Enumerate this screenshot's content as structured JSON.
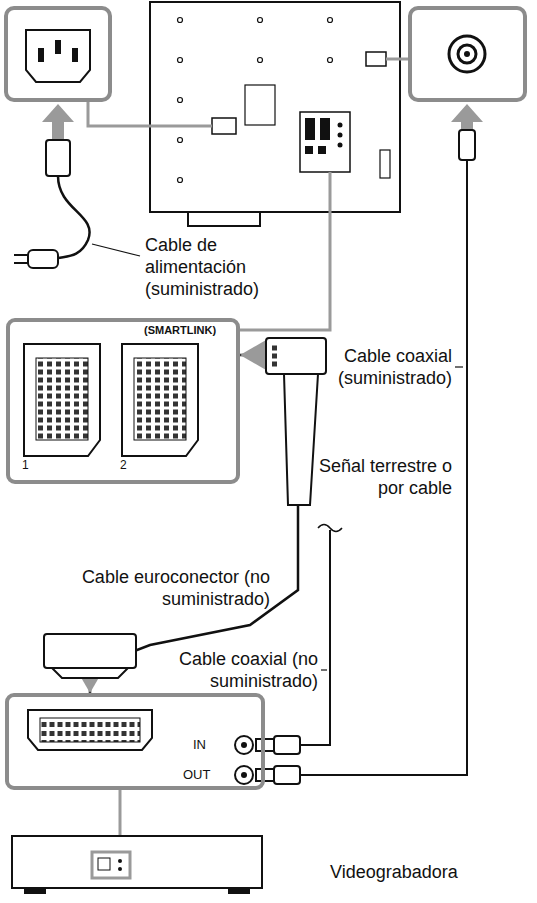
{
  "diagram": {
    "nodes": [
      {
        "text": [
          "(SMARTLINK)",
          "1",
          "2"
        ]
      },
      {
        "text": [
          "IN",
          "OUT",
          "Videograbadora"
        ]
      }
    ],
    "edges": [
      {
        "from": 0,
        "to": 1,
        "arrow": "both",
        "label": "Cable euroconector (no suministrado)"
      }
    ],
    "labels": [
      "Cable de alimentación (suministrado)",
      "Cable coaxial (suministrado)",
      "Señal terrestre o por cable",
      "Cable coaxial (no suministrado)"
    ]
  }
}
